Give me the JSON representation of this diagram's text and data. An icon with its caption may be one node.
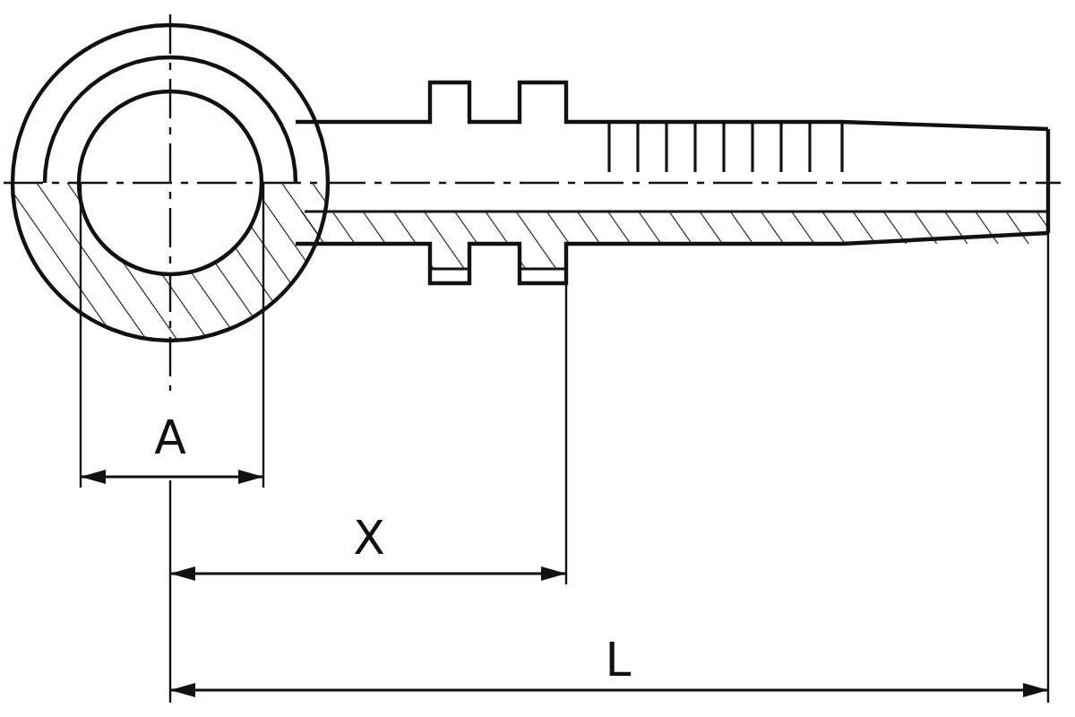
{
  "diagram": {
    "labels": [
      "A",
      "X",
      "L"
    ]
  }
}
